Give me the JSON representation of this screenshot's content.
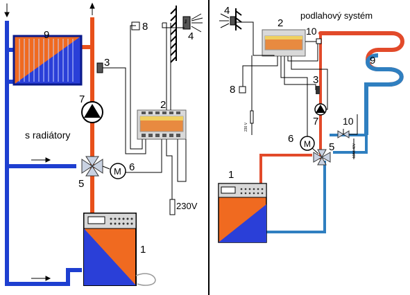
{
  "left": {
    "caption": "s radiátory",
    "power_label": "230V",
    "numbers": {
      "boiler": "1",
      "controller": "2",
      "sensor_flow": "3",
      "sensor_outdoor": "4",
      "mixing_valve": "5",
      "actuator": "6",
      "pump": "7",
      "sensor_room": "8",
      "radiator": "9"
    },
    "actuator_letter": "M"
  },
  "right": {
    "caption": "podlahový systém",
    "numbers": {
      "boiler": "1",
      "controller": "2",
      "sensor_flow": "3",
      "sensor_outdoor": "4",
      "mixing_valve": "5",
      "actuator": "6",
      "pump": "7",
      "sensor_room": "8",
      "floor_loop": "9",
      "limit_thermostat": "10",
      "bypass_valve": "10"
    },
    "actuator_letter": "M",
    "wire_label_a": "230 V",
    "wire_label_b": "MAX 40V"
  },
  "colors": {
    "hot": "#e8501a",
    "cold": "#1e3fd0",
    "wire": "#000000",
    "floor_hot": "#e24a2a",
    "floor_cold": "#2f7fc0"
  }
}
